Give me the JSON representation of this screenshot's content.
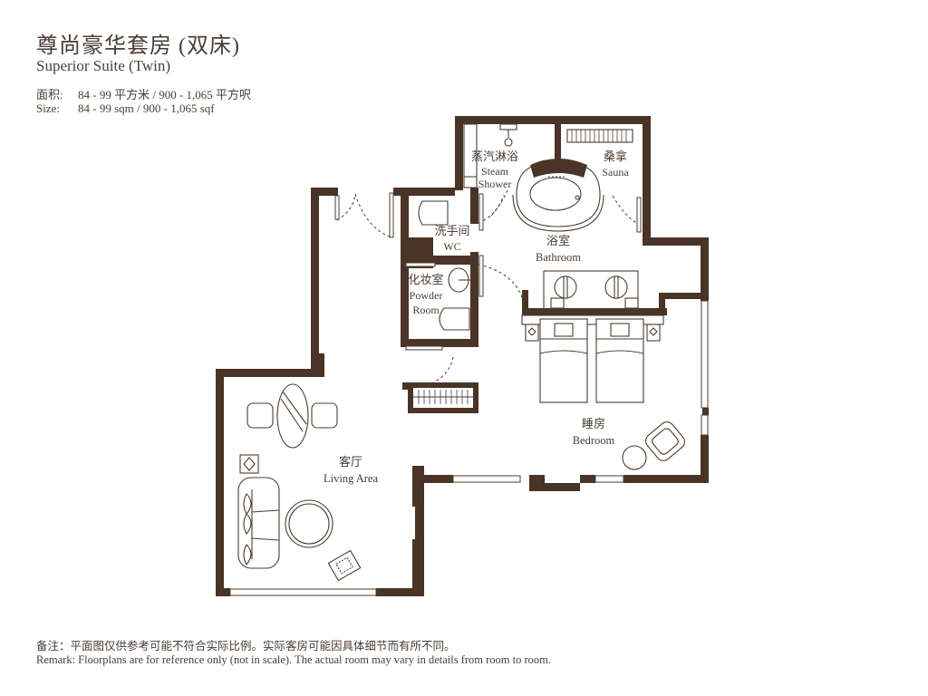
{
  "header": {
    "title_cn": "尊尚豪华套房 (双床)",
    "title_en": "Superior Suite (Twin)",
    "size_cn_label": "面积:",
    "size_cn_value": "84 - 99 平方米 / 900 - 1,065 平方呎",
    "size_en_label": "Size:",
    "size_en_value": "84 - 99 sqm / 900 - 1,065 sqf"
  },
  "rooms": {
    "steam_shower": {
      "cn": "蒸汽淋浴",
      "en1": "Steam",
      "en2": "Shower"
    },
    "sauna": {
      "cn": "桑拿",
      "en": "Sauna"
    },
    "wc": {
      "cn": "洗手间",
      "en": "WC"
    },
    "bathroom": {
      "cn": "浴室",
      "en": "Bathroom"
    },
    "powder_room": {
      "cn": "化妆室",
      "en1": "Powder",
      "en2": "Room"
    },
    "bedroom": {
      "cn": "睡房",
      "en": "Bedroom"
    },
    "living_area": {
      "cn": "客厅",
      "en": "Living Area"
    }
  },
  "footer": {
    "remark_cn": "备注：平面图仅供参考可能不符合实际比例。实际客房可能因具体细节而有所不同。",
    "remark_en": "Remark: Floorplans are for reference only (not in scale). The actual room may vary in details from room to room."
  },
  "colors": {
    "wall": "#4a3426",
    "line": "#4a3d33",
    "window": "#ffffff",
    "background": "#ffffff"
  }
}
